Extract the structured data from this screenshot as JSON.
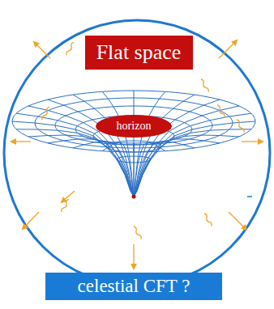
{
  "diagram": {
    "nodes": [
      {
        "text": [
          "Flat space"
        ]
      },
      {
        "text": [
          "horizon"
        ]
      },
      {
        "text": [
          "celestial CFT ?"
        ]
      }
    ]
  }
}
